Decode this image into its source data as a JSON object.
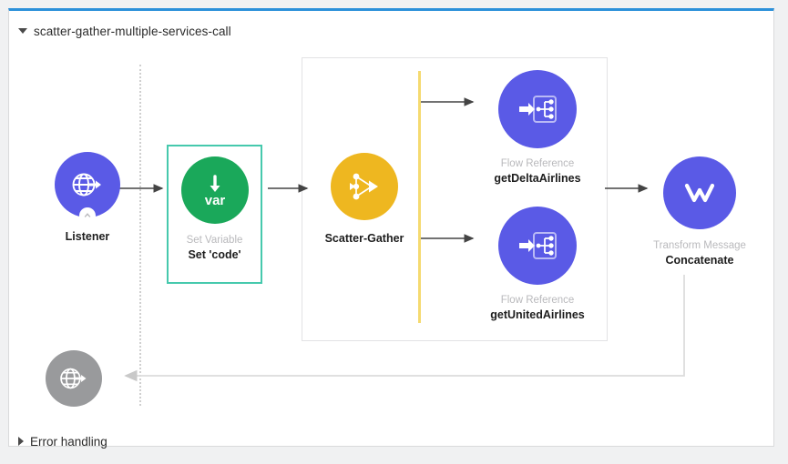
{
  "canvas": {
    "accent_color": "#2b90d9",
    "background": "#f0f1f2",
    "panel_background": "#ffffff"
  },
  "flow": {
    "toggle_icon": "triangle-down-icon",
    "title": "scatter-gather-multiple-services-call"
  },
  "error_handling": {
    "toggle_icon": "triangle-right-icon",
    "label": "Error handling",
    "globe_icon": "globe-response-icon",
    "color": "#999a9c"
  },
  "nodes": {
    "listener": {
      "type": "",
      "name": "Listener",
      "icon": "globe-listener-icon",
      "badge_icon": "http-badge-icon",
      "color": "#5a5ae6"
    },
    "set_variable": {
      "type": "Set Variable",
      "name": "Set 'code'",
      "icon": "var-arrow-down-icon",
      "color": "#1aa85a",
      "selection_border": "#46c9ad",
      "selected": true
    },
    "scatter_gather": {
      "type": "",
      "name": "Scatter-Gather",
      "icon": "scatter-gather-nodes-icon",
      "color": "#eeb720",
      "split_bar_color": "#f5da70"
    },
    "get_delta_airlines": {
      "type": "Flow Reference",
      "name": "getDeltaAirlines",
      "icon": "flow-reference-icon",
      "color": "#5a5ae6"
    },
    "get_united_airlines": {
      "type": "Flow Reference",
      "name": "getUnitedAirlines",
      "icon": "flow-reference-icon",
      "color": "#5a5ae6"
    },
    "transform_message": {
      "type": "Transform Message",
      "name": "Concatenate",
      "icon": "dataweave-transform-icon",
      "color": "#5a5ae6"
    }
  },
  "connectors": {
    "arrow_color": "#444444",
    "return_path_color": "#dcdcdc",
    "source_divider_color": "#cfcfcf"
  }
}
